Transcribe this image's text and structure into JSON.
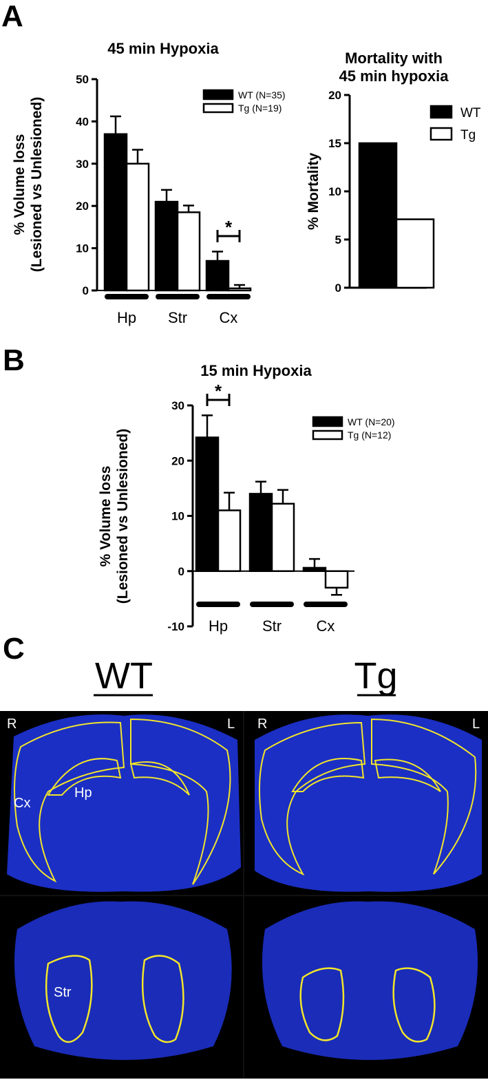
{
  "panels": {
    "a": "A",
    "b": "B",
    "c": "C"
  },
  "colors": {
    "wt": "#000000",
    "tg": "#ffffff",
    "outline": "#000000",
    "brain_bg": "#000000",
    "tissue": "#1b2fc4",
    "trace": "#f2e52a"
  },
  "chart_data": [
    {
      "id": "hypoxia45",
      "type": "bar",
      "title": "45 min Hypoxia",
      "xlabel": "",
      "ylabel_line1": "% Volume loss",
      "ylabel_line2": "(Lesioned vs Unlesioned)",
      "ylim": [
        0,
        50
      ],
      "yticks": [
        0,
        10,
        20,
        30,
        40,
        50
      ],
      "categories": [
        "Hp",
        "Str",
        "Cx"
      ],
      "series": [
        {
          "name": "WT (N=35)",
          "values": [
            37,
            21,
            7
          ],
          "errors": [
            4.2,
            2.8,
            2.2
          ]
        },
        {
          "name": "Tg (N=19)",
          "values": [
            30,
            18.5,
            0.5
          ],
          "errors": [
            3.3,
            1.6,
            0.8
          ]
        }
      ],
      "annotations": [
        {
          "text": "*",
          "category": "Cx"
        }
      ],
      "legend_position": "top-right",
      "grid": false
    },
    {
      "id": "mortality",
      "type": "bar",
      "title_line1": "Mortality with",
      "title_line2": "45 min hypoxia",
      "ylabel": "% Mortality",
      "ylim": [
        0,
        20
      ],
      "yticks": [
        0,
        5,
        10,
        15,
        20
      ],
      "categories": [
        ""
      ],
      "series": [
        {
          "name": "WT",
          "values": [
            15
          ]
        },
        {
          "name": "Tg",
          "values": [
            7.1
          ]
        }
      ],
      "legend_position": "top-right",
      "grid": false
    },
    {
      "id": "hypoxia15",
      "type": "bar",
      "title": "15 min Hypoxia",
      "ylabel_line1": "% Volume loss",
      "ylabel_line2": "(Lesioned vs Unlesioned)",
      "ylim": [
        -10,
        30
      ],
      "yticks": [
        -10,
        0,
        10,
        20,
        30
      ],
      "categories": [
        "Hp",
        "Str",
        "Cx"
      ],
      "series": [
        {
          "name": "WT (N=20)",
          "values": [
            24.2,
            14,
            0.6
          ],
          "errors": [
            4.0,
            2.2,
            1.6
          ]
        },
        {
          "name": "Tg (N=12)",
          "values": [
            11,
            12.2,
            -3
          ],
          "errors": [
            3.2,
            2.5,
            1.3
          ]
        }
      ],
      "annotations": [
        {
          "text": "*",
          "category": "Hp"
        }
      ],
      "legend_position": "top-right",
      "grid": false
    }
  ],
  "micrographs": {
    "wt_label": "WT",
    "tg_label": "Tg",
    "right_mark": "R",
    "left_mark": "L",
    "cx_label": "Cx",
    "hp_label": "Hp",
    "str_label": "Str"
  }
}
